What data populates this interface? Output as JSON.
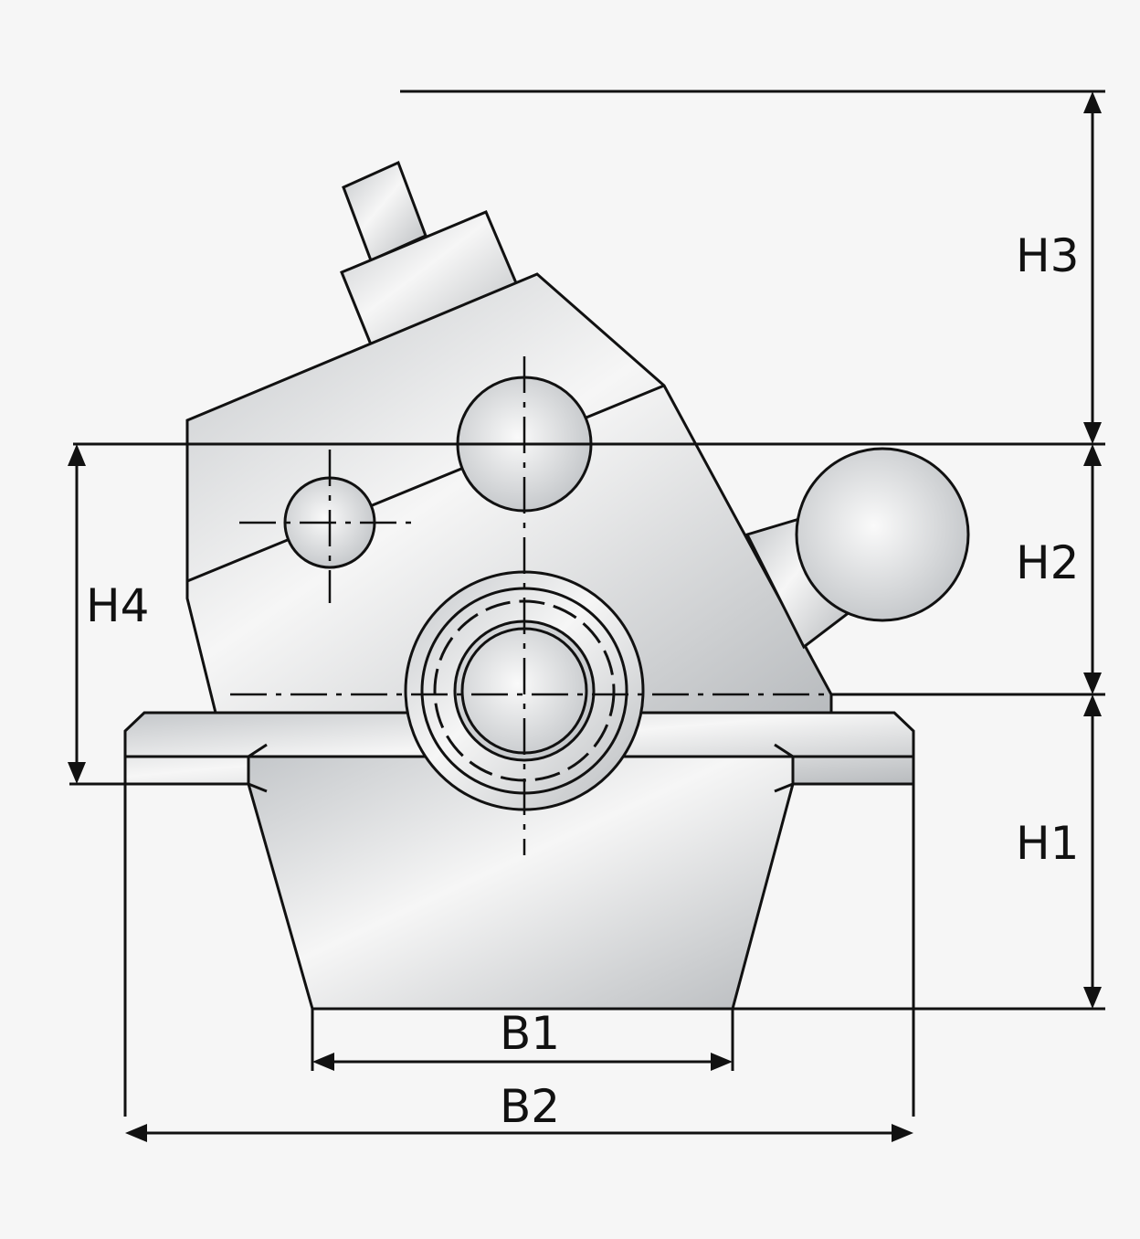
{
  "dimensions": {
    "h1": "H1",
    "h2": "H2",
    "h3": "H3",
    "h4": "H4",
    "b1": "B1",
    "b2": "B2"
  },
  "colors": {
    "background": "#f6f6f6",
    "metal_light": "#f4f4f4",
    "metal_dark": "#b9bcbf",
    "line": "#111111"
  }
}
